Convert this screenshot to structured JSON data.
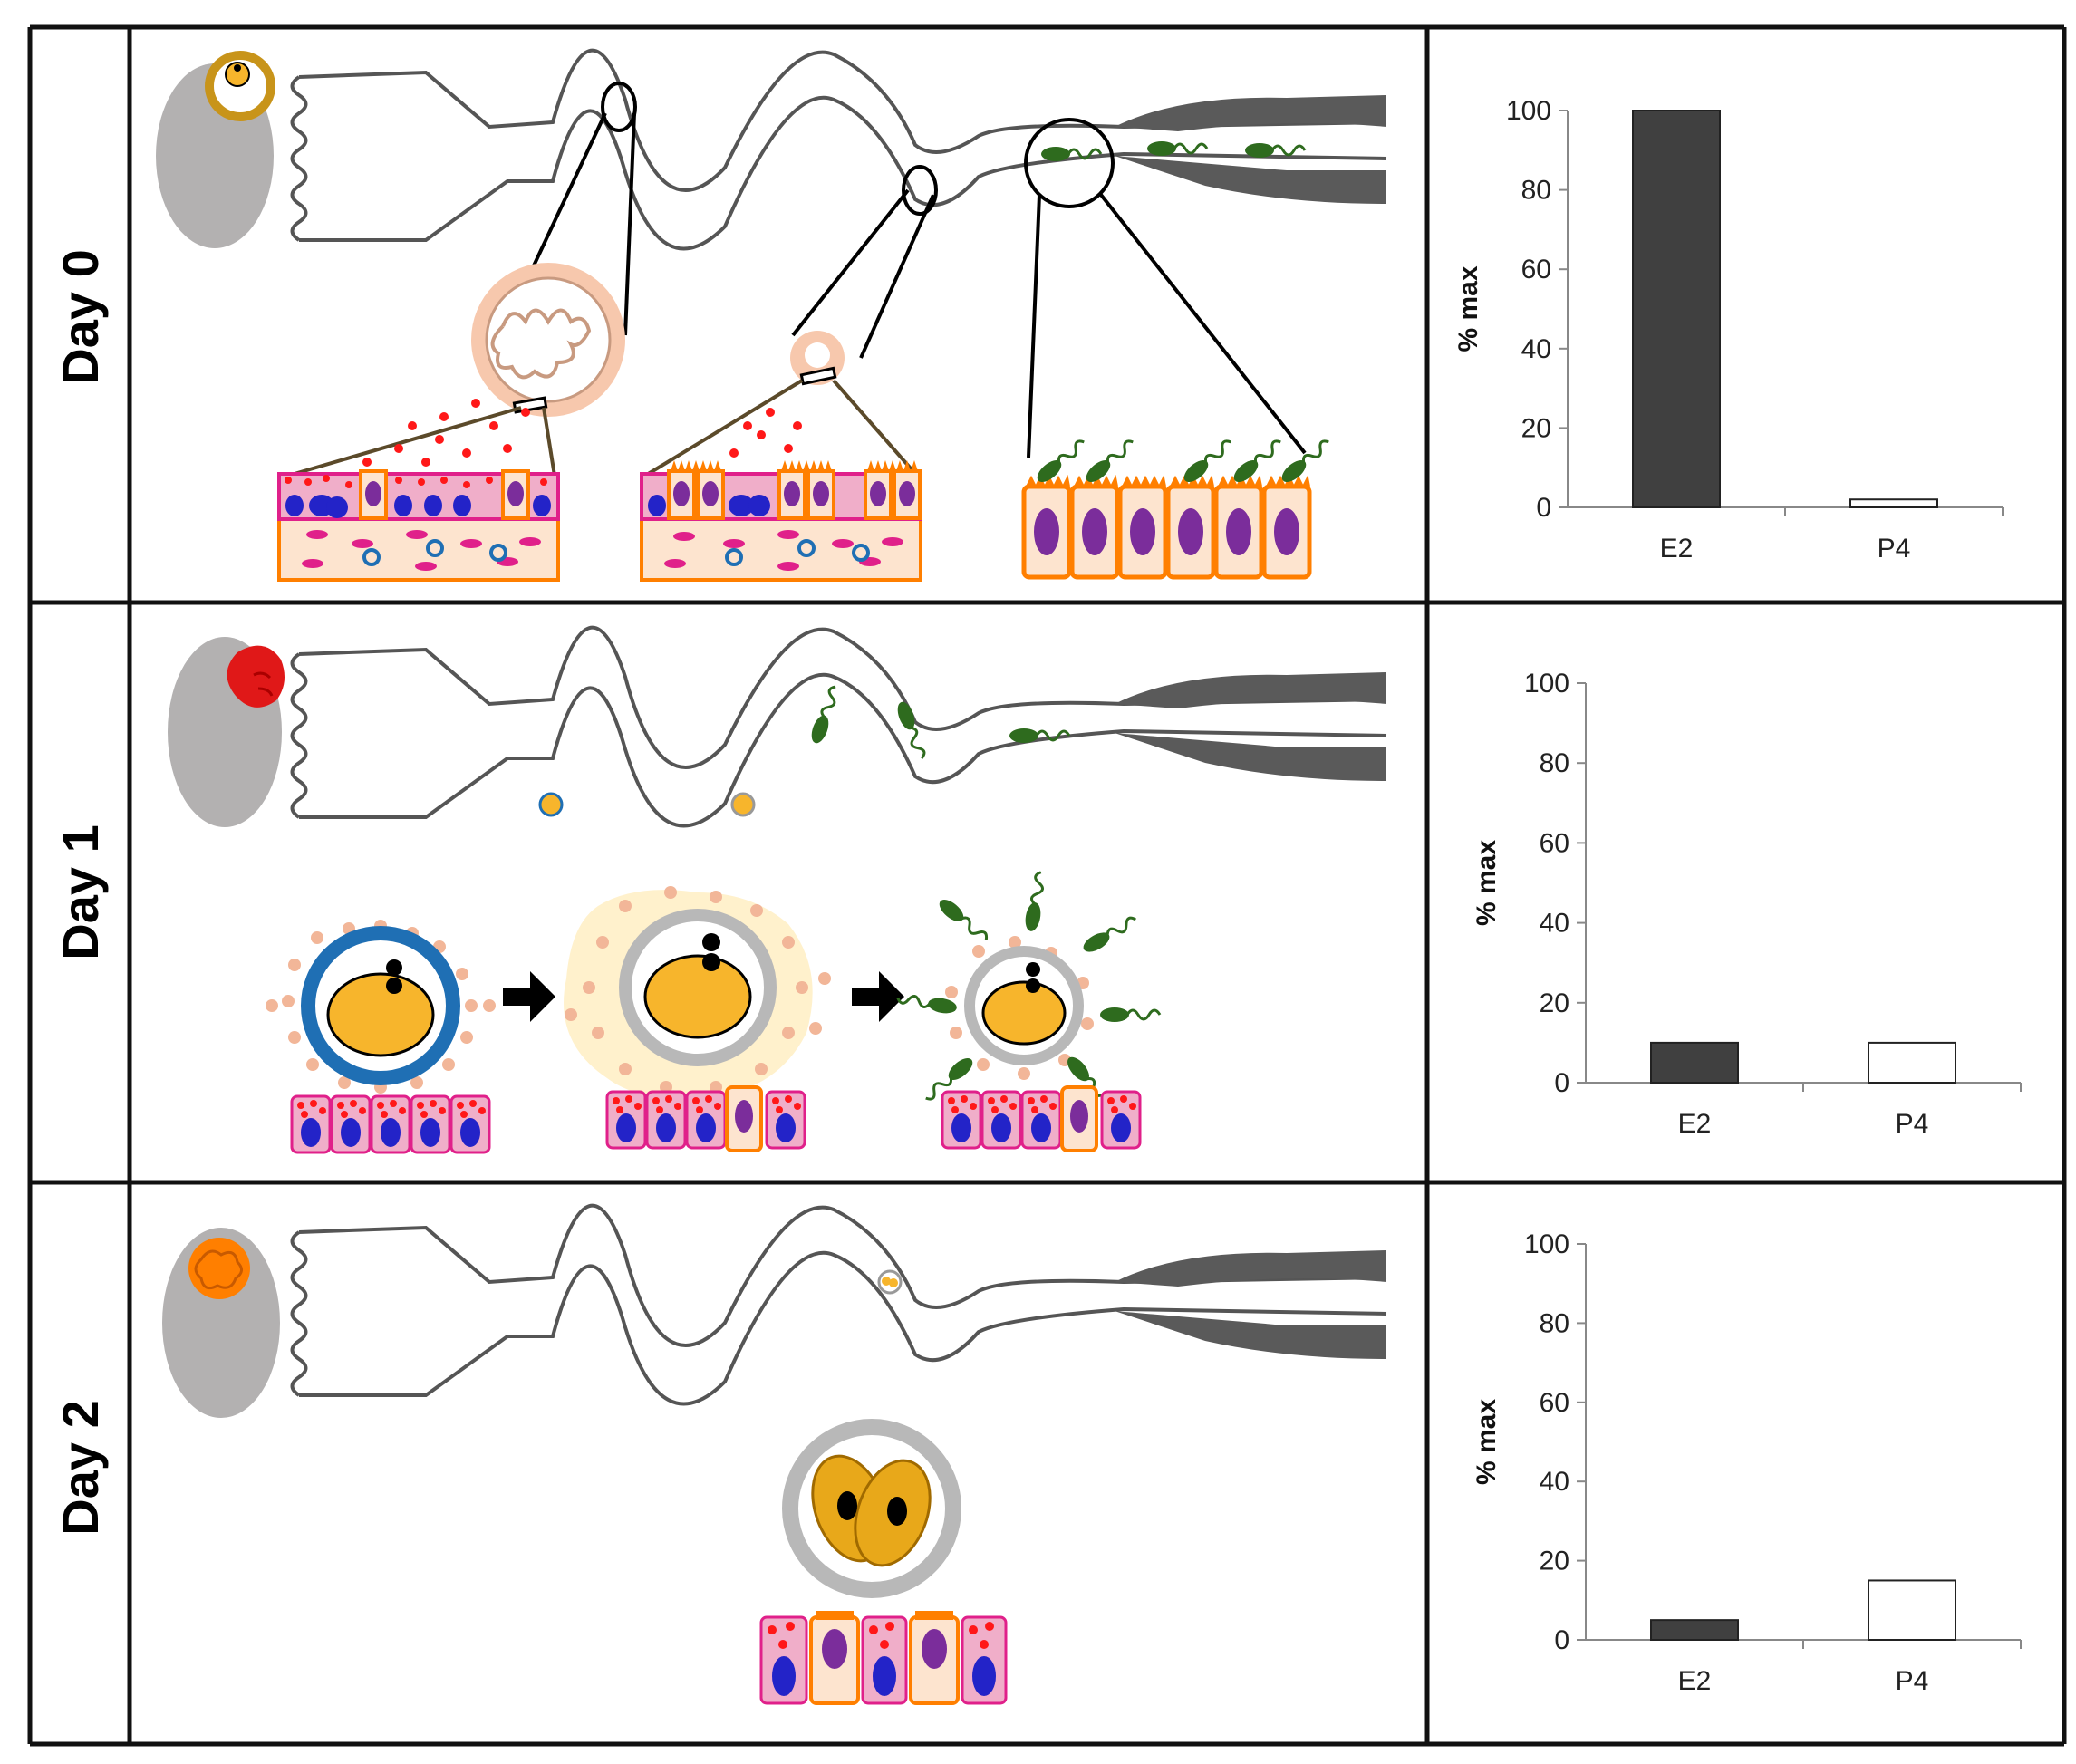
{
  "days": [
    {
      "label": "Day 0"
    },
    {
      "label": "Day 1"
    },
    {
      "label": "Day 2"
    }
  ],
  "colors": {
    "grid_line": "#111111",
    "oviduct_outline": "#555555",
    "uterus_fill": "#5a5a5a",
    "ovary_fill": "#b3b1b1",
    "epithelium_orange": "#ff7f00",
    "epithelium_fill": "#fde4cf",
    "secretory_pink": "#f0aec9",
    "nucleus_blue": "#2323c8",
    "nucleus_purple": "#7b2d9b",
    "granule_red": "#ff1818",
    "sperm_green": "#2e6b1e",
    "oocyte_yellow": "#f7b52c",
    "zona_blue": "#1f6fb4",
    "zona_grey": "#b8b8b8",
    "bar_e2": "#404040",
    "bar_p4": "#ffffff"
  },
  "chart_data": [
    {
      "type": "bar",
      "panel": "Day 0",
      "categories": [
        "E2",
        "P4"
      ],
      "values": [
        100,
        2
      ],
      "ylabel": "% max",
      "yticks": [
        "0",
        "20",
        "40",
        "60",
        "80",
        "100"
      ],
      "ylim": [
        0,
        100
      ],
      "grid": false,
      "bar_colors": [
        "#404040",
        "#ffffff"
      ]
    },
    {
      "type": "bar",
      "panel": "Day 1",
      "categories": [
        "E2",
        "P4"
      ],
      "values": [
        10,
        10
      ],
      "ylabel": "% max",
      "yticks": [
        "0",
        "20",
        "40",
        "60",
        "80",
        "100"
      ],
      "ylim": [
        0,
        100
      ],
      "grid": false,
      "bar_colors": [
        "#404040",
        "#ffffff"
      ]
    },
    {
      "type": "bar",
      "panel": "Day 2",
      "categories": [
        "E2",
        "P4"
      ],
      "values": [
        5,
        15
      ],
      "ylabel": "% max",
      "yticks": [
        "0",
        "20",
        "40",
        "60",
        "80",
        "100"
      ],
      "ylim": [
        0,
        100
      ],
      "grid": false,
      "bar_colors": [
        "#404040",
        "#ffffff"
      ]
    }
  ]
}
